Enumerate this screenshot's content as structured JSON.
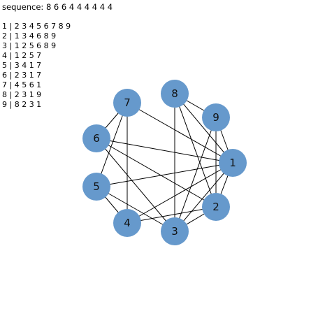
{
  "sequence_text": "sequence: 8 6 6 4 4 4 4 4 4",
  "adjacency": [
    "1 | 2 3 4 5 6 7 8 9",
    "2 | 1 3 4 6 8 9",
    "3 | 1 2 5 6 8 9",
    "4 | 1 2 5 7",
    "5 | 3 4 1 7",
    "6 | 2 3 1 7",
    "7 | 4 5 6 1",
    "8 | 2 3 1 9",
    "9 | 8 2 3 1"
  ],
  "graph": {
    "node_color": "#6699cc",
    "edge_color": "#000000",
    "nodes": [
      {
        "id": "1",
        "label": "1"
      },
      {
        "id": "2",
        "label": "2"
      },
      {
        "id": "3",
        "label": "3"
      },
      {
        "id": "4",
        "label": "4"
      },
      {
        "id": "5",
        "label": "5"
      },
      {
        "id": "6",
        "label": "6"
      },
      {
        "id": "7",
        "label": "7"
      },
      {
        "id": "8",
        "label": "8"
      },
      {
        "id": "9",
        "label": "9"
      }
    ],
    "edges": [
      [
        "1",
        "2"
      ],
      [
        "1",
        "3"
      ],
      [
        "1",
        "4"
      ],
      [
        "1",
        "5"
      ],
      [
        "1",
        "6"
      ],
      [
        "1",
        "7"
      ],
      [
        "1",
        "8"
      ],
      [
        "1",
        "9"
      ],
      [
        "2",
        "3"
      ],
      [
        "2",
        "4"
      ],
      [
        "2",
        "6"
      ],
      [
        "2",
        "8"
      ],
      [
        "2",
        "9"
      ],
      [
        "3",
        "5"
      ],
      [
        "3",
        "6"
      ],
      [
        "3",
        "8"
      ],
      [
        "3",
        "9"
      ],
      [
        "4",
        "5"
      ],
      [
        "4",
        "7"
      ],
      [
        "5",
        "7"
      ],
      [
        "6",
        "7"
      ],
      [
        "8",
        "9"
      ]
    ]
  }
}
